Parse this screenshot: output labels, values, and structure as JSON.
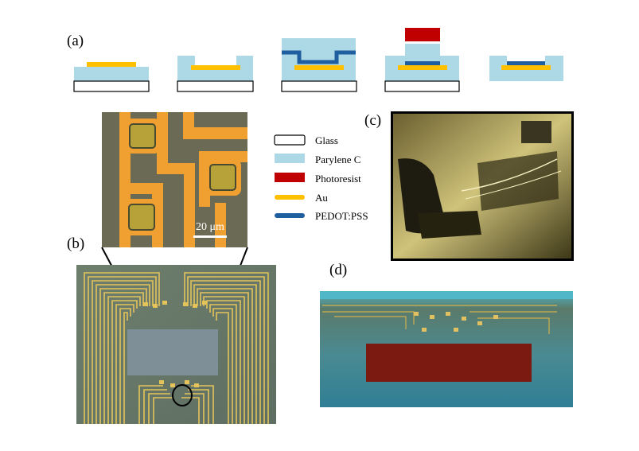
{
  "panels": {
    "a": "(a)",
    "b": "(b)",
    "c": "(c)",
    "d": "(d)"
  },
  "legend": [
    {
      "key": "glass",
      "label": "Glass",
      "color": "#ffffff"
    },
    {
      "key": "parylene",
      "label": "Parylene C",
      "color": "#add8e6"
    },
    {
      "key": "photoresist",
      "label": "Photoresist",
      "color": "#c00000"
    },
    {
      "key": "au",
      "label": "Au",
      "color": "#ffc000"
    },
    {
      "key": "pedot",
      "label": "PEDOT:PSS",
      "color": "#1f5fa0"
    }
  ],
  "scale_bar": "20 μm"
}
